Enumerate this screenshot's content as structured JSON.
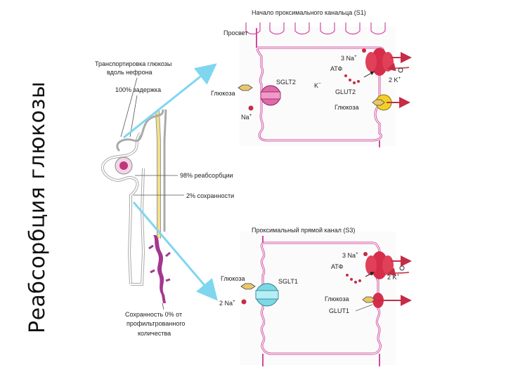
{
  "slide_title": "Реабсорбция глюкозы",
  "nephron": {
    "transport_label_line1": "Транспортировка глюкозы",
    "transport_label_line2": "вдоль нефрона",
    "delay_label": "100% задержка",
    "reabsorption_label": "98% реабсорбции",
    "retention_label": "2% сохранности",
    "bottom_line1": "Сохранность 0% от",
    "bottom_line2": "профильтрованного",
    "bottom_line3": "количества"
  },
  "top_panel": {
    "title": "Начало проксимального канальца (S1)",
    "lumen": "Просвет",
    "glucose": "Глюкоза",
    "na": "Na",
    "na_sup": "+",
    "sglt": "SGLT2",
    "atp": "АТФ",
    "na3": "3 Na",
    "na3_sup": "+",
    "k2": "2 K",
    "k2_sup": "+",
    "k_minus": "K",
    "k_minus_sup": "−",
    "glut": "GLUT2",
    "glucose_right": "Глюкоза"
  },
  "bottom_panel": {
    "title": "Проксимальный прямой канал (S3)",
    "glucose": "Глюкоза",
    "na2": "2 Na",
    "na2_sup": "+",
    "sglt": "SGLT1",
    "atp": "АТФ",
    "na3": "3 Na",
    "na3_sup": "+",
    "k2": "2 K",
    "k2_sup": "+",
    "glucose_right": "Глюкоза",
    "glut": "GLUT1"
  },
  "colors": {
    "membrane": "#d04a9e",
    "pump": "#d62d4a",
    "sglt2": "#e06aa8",
    "sglt1": "#7dd8e6",
    "glut2": "#f2d02a",
    "glut1": "#d62d4a",
    "arrows": "#7fd6ef",
    "loop": "#a3378f"
  }
}
